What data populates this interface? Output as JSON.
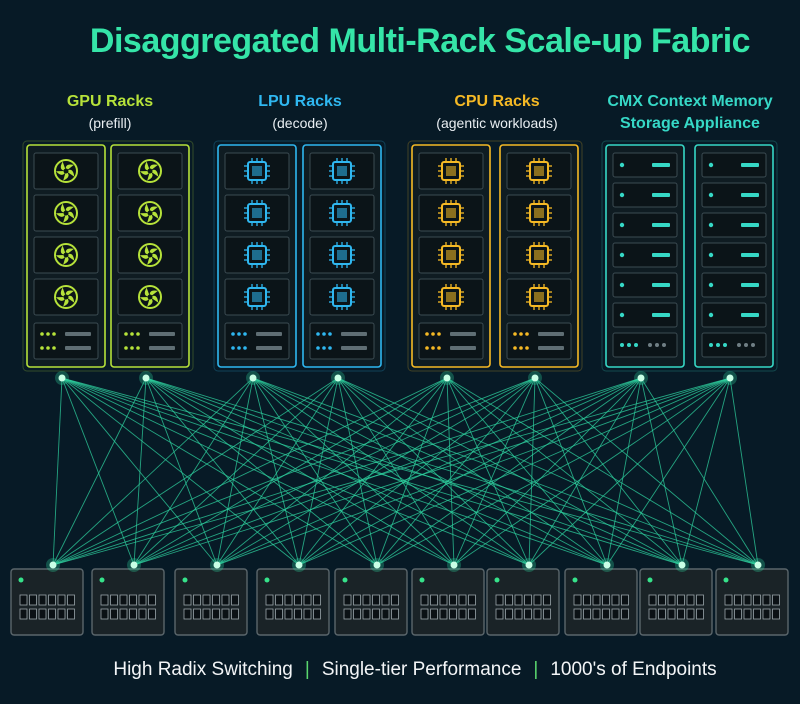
{
  "title": "Disaggregated Multi-Rack Scale-up Fabric",
  "groups": [
    {
      "name": "GPU Racks",
      "sub": "(prefill)",
      "color": "#b6e23a",
      "kind": "gpu",
      "rack_count": 2
    },
    {
      "name": "LPU Racks",
      "sub": "(decode)",
      "color": "#2fb7f0",
      "kind": "lpu",
      "rack_count": 2
    },
    {
      "name": "CPU Racks",
      "sub": "(agentic workloads)",
      "color": "#f5b925",
      "kind": "cpu",
      "rack_count": 2
    },
    {
      "name": "CMX Context Memory",
      "sub": "Storage Appliance",
      "color": "#36d8c6",
      "kind": "cmx",
      "rack_count": 2
    }
  ],
  "switch_count": 10,
  "link_color": "#2fd3a0",
  "node_color": "#c9ffe6",
  "footer": {
    "item1": "High Radix Switching",
    "item2": "Single-tier Performance",
    "item3": "1000's of Endpoints",
    "separator": "|"
  }
}
